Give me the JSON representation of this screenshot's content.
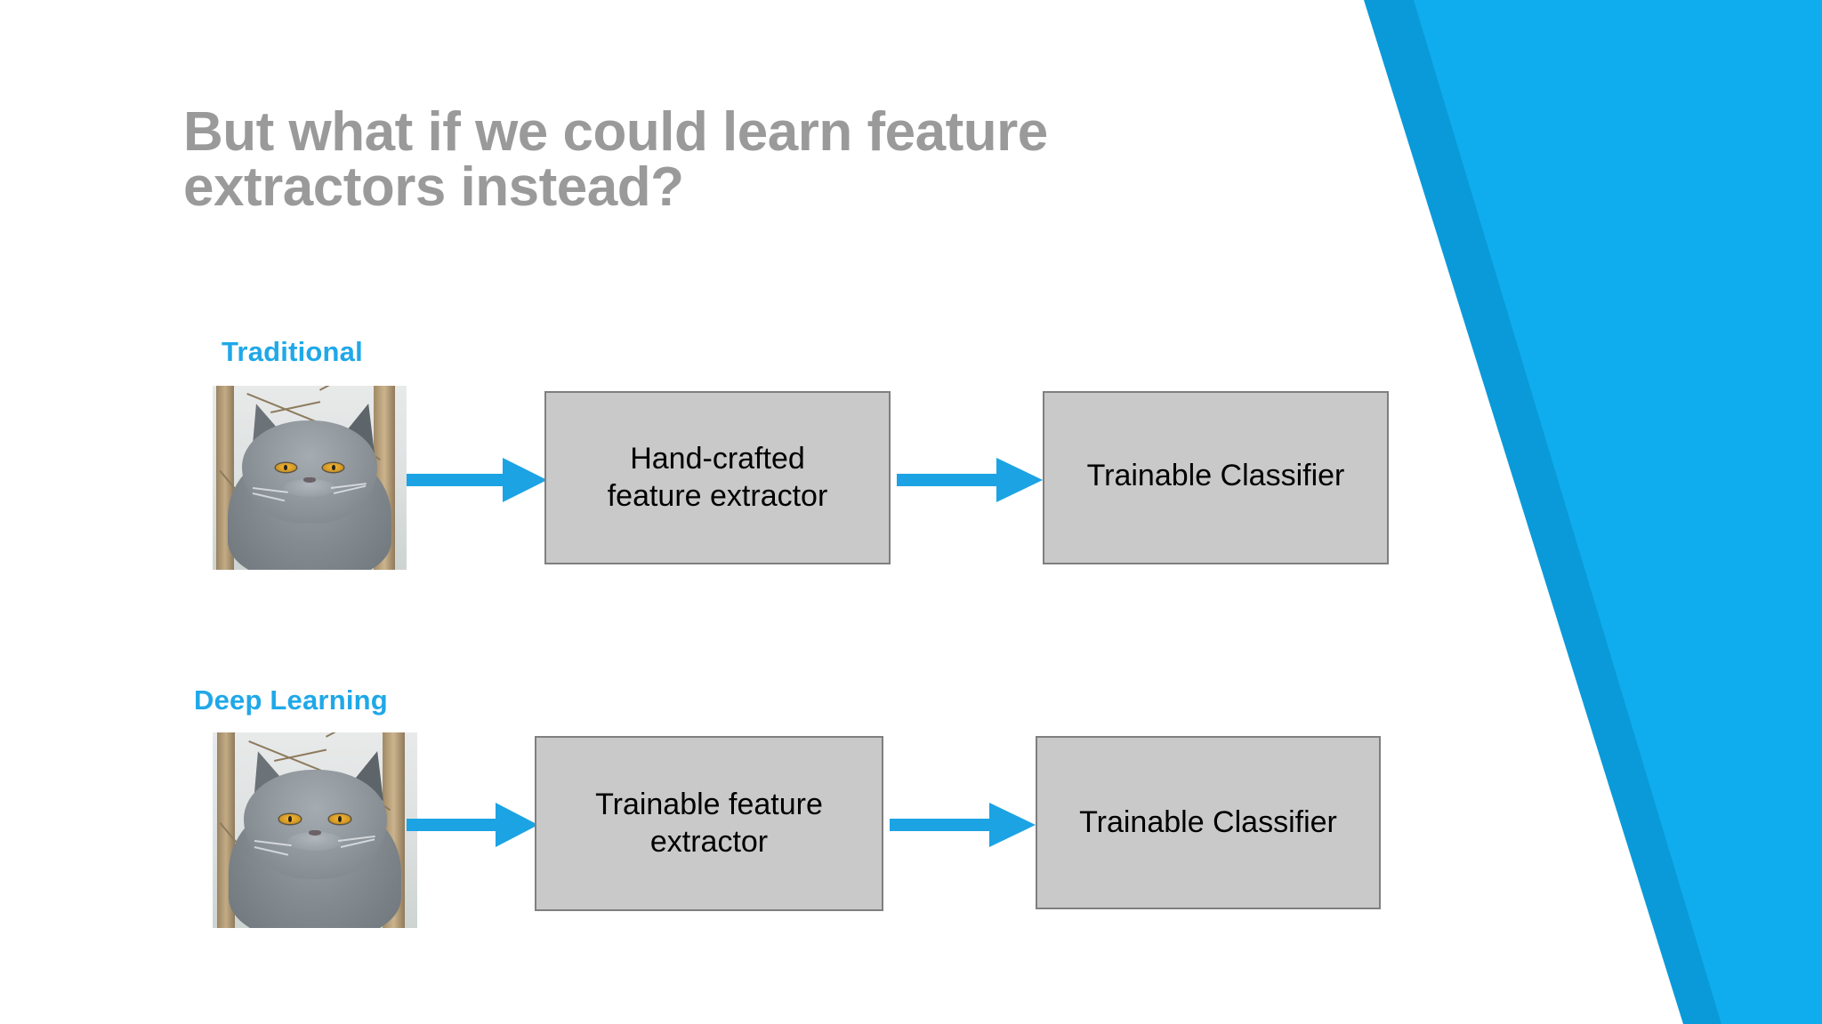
{
  "slide": {
    "title": "But what if we could learn feature\nextractors instead?",
    "title_color": "#9a9a9a",
    "background_color": "#ffffff",
    "accent_blue": "#0FADEE",
    "accent_blue_dark": "#0A9AD9",
    "arrow_color": "#1CA3E3",
    "box_fill": "#C9C9C9",
    "box_border": "#7F7F7F"
  },
  "pipelines": [
    {
      "label": "Traditional",
      "label_color": "#1fa8e8",
      "image_alt": "gray-cat-photo",
      "stages": [
        {
          "text": "Hand-crafted\nfeature extractor"
        },
        {
          "text": "Trainable Classifier"
        }
      ],
      "arrows": [
        "arrow-image-to-extractor",
        "arrow-extractor-to-classifier"
      ]
    },
    {
      "label": "Deep Learning",
      "label_color": "#1fa8e8",
      "image_alt": "gray-cat-photo",
      "stages": [
        {
          "text": "Trainable feature\nextractor"
        },
        {
          "text": "Trainable Classifier"
        }
      ],
      "arrows": [
        "arrow-image-to-extractor",
        "arrow-extractor-to-classifier"
      ]
    }
  ]
}
